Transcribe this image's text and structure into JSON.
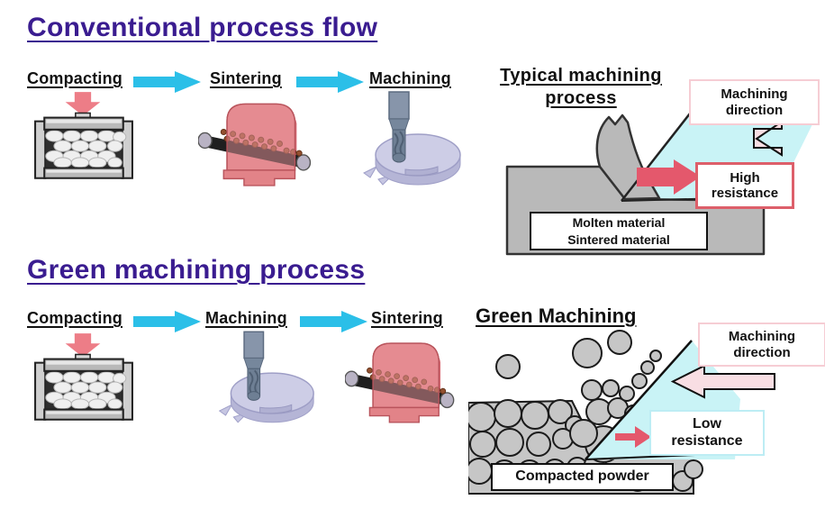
{
  "conventional": {
    "title": "Conventional process flow",
    "steps": [
      {
        "label": "Compacting",
        "icon": "compacting-press-icon"
      },
      {
        "label": "Sintering",
        "icon": "sintering-furnace-icon"
      },
      {
        "label": "Machining",
        "icon": "machining-tool-icon"
      }
    ]
  },
  "green": {
    "title": "Green machining process",
    "steps": [
      {
        "label": "Compacting",
        "icon": "compacting-press-icon"
      },
      {
        "label": "Machining",
        "icon": "machining-tool-icon"
      },
      {
        "label": "Sintering",
        "icon": "sintering-furnace-icon"
      }
    ]
  },
  "typical_diagram": {
    "title": "Typical machining process",
    "machining_direction_label": "Machining direction",
    "resistance_label": "High resistance",
    "material_label_line1": "Molten material",
    "material_label_line2": "Sintered material"
  },
  "green_diagram": {
    "title": "Green Machining",
    "machining_direction_label": "Machining direction",
    "resistance_label": "Low resistance",
    "material_label": "Compacted powder"
  },
  "colors": {
    "title_purple": "#3a1c90",
    "flow_arrow_cyan": "#2bbfe8",
    "tool_cyan": "#c9f3f6",
    "resistance_arrow_red": "#e4586c",
    "direction_arrow_pink": "#f8dee3",
    "material_gray": "#b9b9b9",
    "high_resistance_border": "#dd5f6a",
    "low_resistance_border": "#bdedf4",
    "direction_box_border": "#f6cdd4",
    "press_arrow_red": "#ed7d87",
    "furnace_pink": "#e28388"
  }
}
